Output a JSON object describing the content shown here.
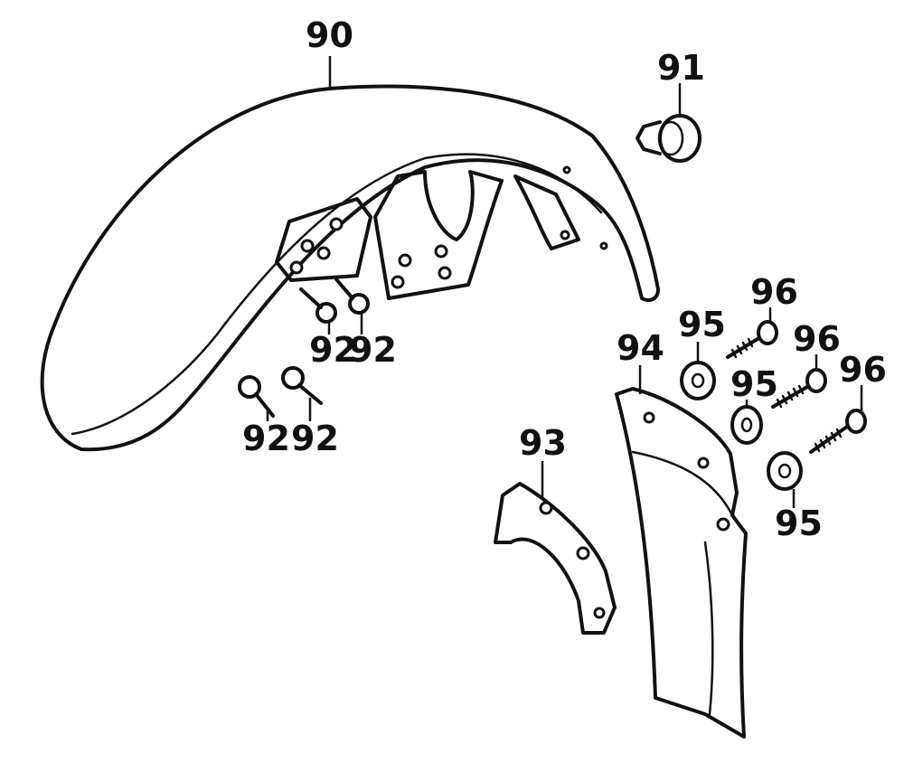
{
  "labels": {
    "fender": "90",
    "plug": "91",
    "bolt_1": "92",
    "bolt_2": "92",
    "bolt_3": "92",
    "bolt_4": "92",
    "rear_bracket": "93",
    "mud_flap": "94",
    "washer_1": "95",
    "washer_2": "95",
    "washer_3": "95",
    "screw_1": "96",
    "screw_2": "96",
    "screw_3": "96"
  },
  "colors": {
    "ink": "#111111",
    "paper": "#ffffff"
  }
}
